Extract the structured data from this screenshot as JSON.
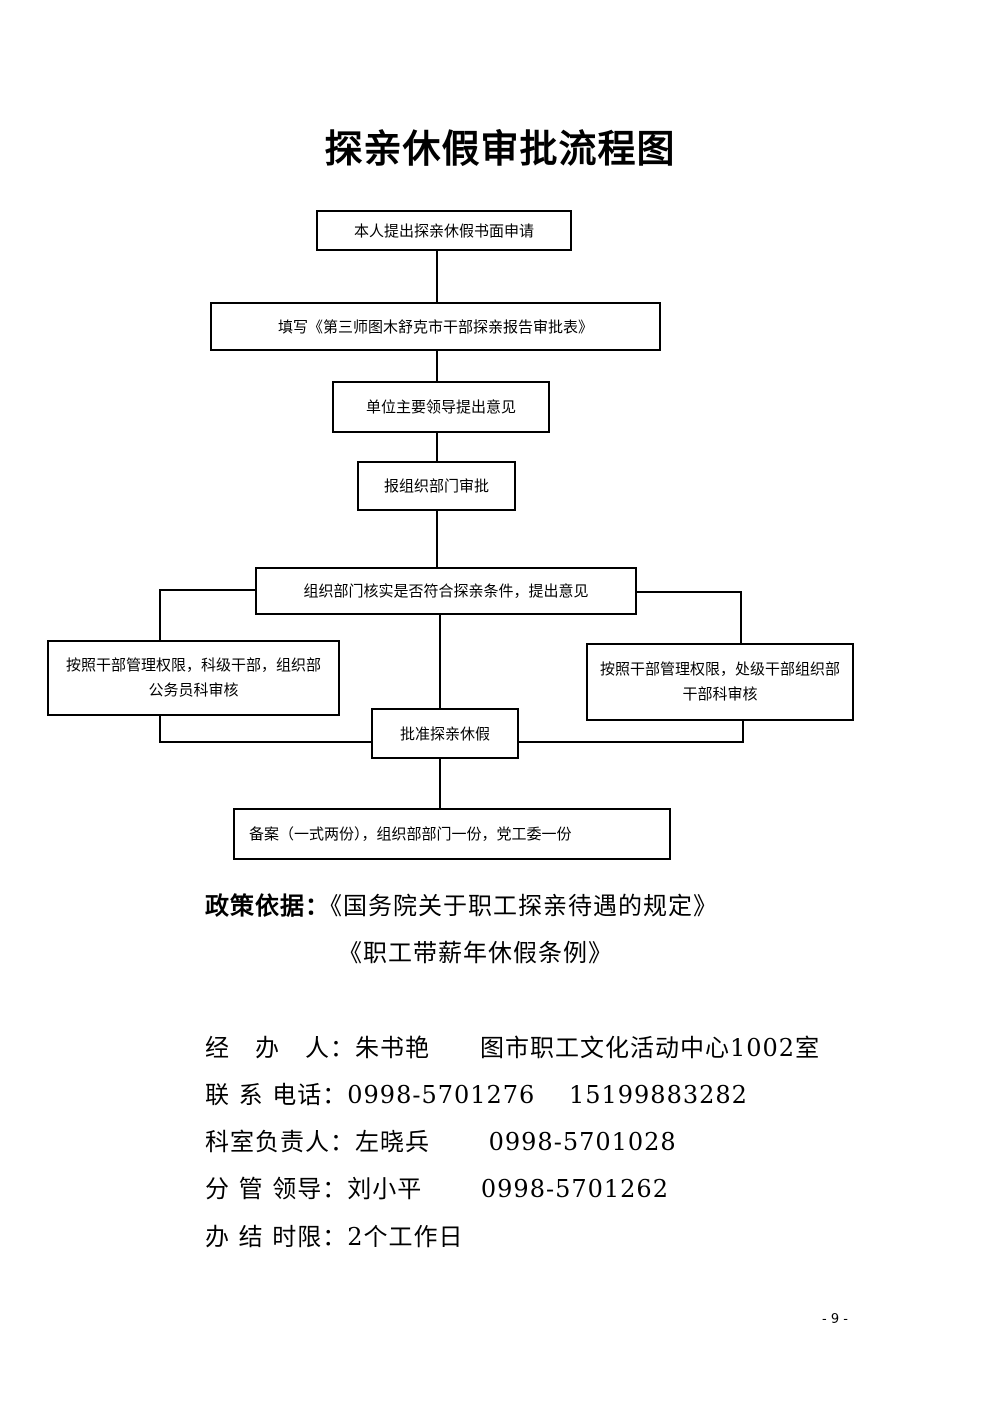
{
  "title": "探亲休假审批流程图",
  "flow": {
    "step1": "本人提出探亲休假书面申请",
    "step2": "填写《第三师图木舒克市干部探亲报告审批表》",
    "step3": "单位主要领导提出意见",
    "step4": "报组织部门审批",
    "step5": "组织部门核实是否符合探亲条件，提出意见",
    "branch_left": "按照干部管理权限，科级干部，组织部公务员科审核",
    "branch_right": "按照干部管理权限，处级干部组织部干部科审核",
    "step6": "批准探亲休假",
    "step7": "备案（一式两份），组织部部门一份，党工委一份"
  },
  "policy": {
    "label": "政策依据：",
    "doc1": "《国务院关于职工探亲待遇的规定》",
    "doc2": "《职工带薪年休假条例》"
  },
  "contact": {
    "handler": "经　办　人：朱书艳　　图市职工文化活动中心1002室",
    "phone": "联 系 电话：0998-5701276　 15199883282",
    "section_head": "科室负责人：左晓兵　　 0998-5701028",
    "leader": "分 管 领导：刘小平　　 0998-5701262",
    "time_limit": "办 结 时限：2个工作日"
  },
  "page_number": "- 9 -"
}
